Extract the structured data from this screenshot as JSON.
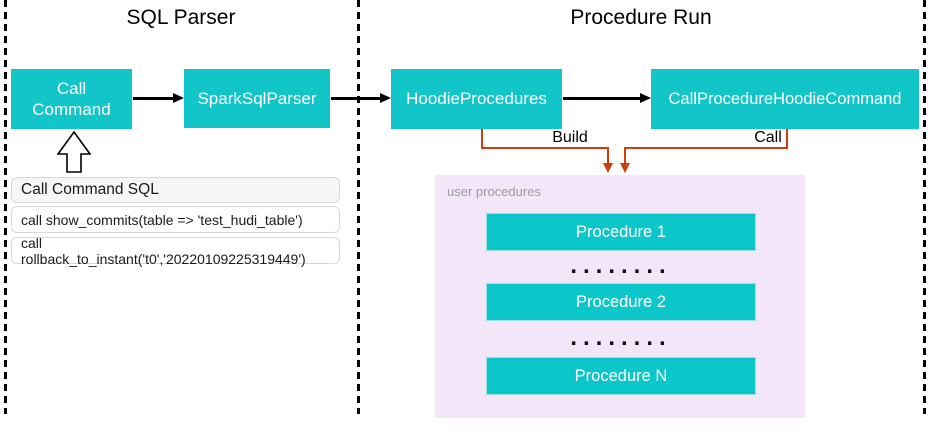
{
  "colors": {
    "node_teal": "#12c5c9",
    "proc_teal": "#0cc7c9",
    "proc_border": "#9fe0e3",
    "orange_connector": "#cc3e0c",
    "purple_panel_bg": "#f3e6f8",
    "panel_header_bg": "#f6f6f6",
    "panel_border": "#d8d8d8",
    "muted_label": "#9b9b9b",
    "line_black": "#000000"
  },
  "sections": {
    "sql_parser": {
      "title": "SQL Parser"
    },
    "procedure_run": {
      "title": "Procedure Run"
    }
  },
  "nodes": {
    "call_command": "Call\nCommand",
    "spark_sql_parser": "SparkSqlParser",
    "hoodie_procedures": "HoodieProcedures",
    "call_procedure_hoodie_command": "CallProcedureHoodieCommand"
  },
  "sql_panel": {
    "header": "Call Command SQL",
    "rows": [
      "call show_commits(table => 'test_hudi_table')",
      "call rollback_to_instant('t0','20220109225319449')"
    ]
  },
  "edges": {
    "build_label": "Build",
    "call_label": "Call"
  },
  "user_procedures": {
    "label": "user procedures",
    "items": [
      "Procedure 1",
      "Procedure 2",
      "Procedure N"
    ],
    "dots": "........"
  }
}
